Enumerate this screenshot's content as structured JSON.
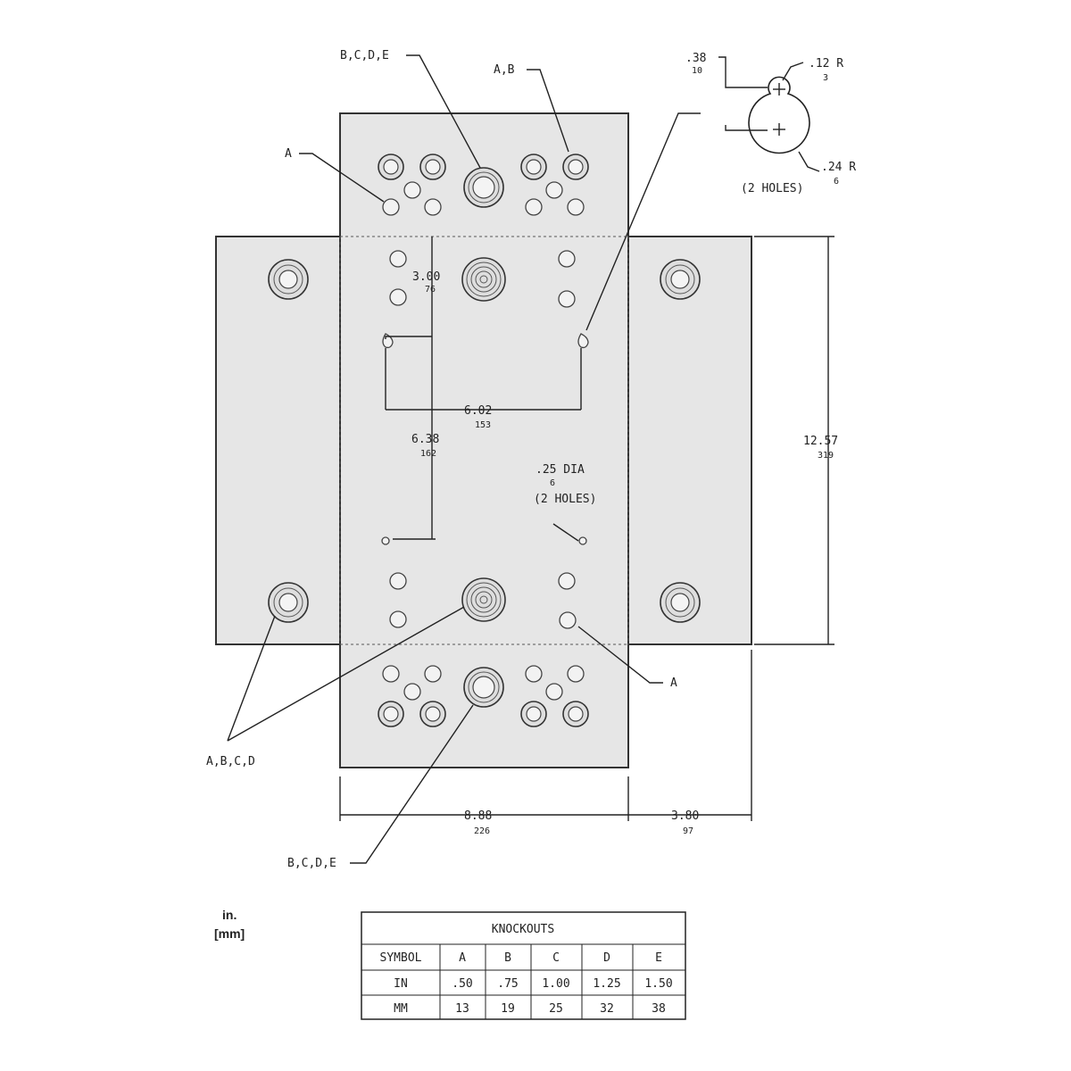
{
  "callouts": {
    "top_center": "B,C,D,E",
    "top_right": "A,B",
    "top_left": "A",
    "right_lower": "A",
    "bottom_left": "A,B,C,D",
    "bottom_center": "B,C,D,E"
  },
  "keyhole": {
    "offset_in": ".38",
    "offset_mm": "10",
    "small_radius_in": ".12 R",
    "small_radius_mm": "3",
    "large_radius_in": ".24 R",
    "large_radius_mm": "6",
    "count": "(2 HOLES)"
  },
  "dimensions": {
    "d300_in": "3.00",
    "d300_mm": "76",
    "d602_in": "6.02",
    "d602_mm": "153",
    "d638_in": "6.38",
    "d638_mm": "162",
    "hole_dia_in": ".25 DIA",
    "hole_dia_mm": "6",
    "hole_count": "(2 HOLES)",
    "height_in": "12.57",
    "height_mm": "319",
    "width_in": "8.88",
    "width_mm": "226",
    "flange_in": "3.80",
    "flange_mm": "97"
  },
  "units": {
    "inch": "in.",
    "mm": "[mm]"
  },
  "knockouts_table": {
    "title": "KNOCKOUTS",
    "headers": [
      "SYMBOL",
      "A",
      "B",
      "C",
      "D",
      "E"
    ],
    "rows": [
      [
        "IN",
        ".50",
        ".75",
        "1.00",
        "1.25",
        "1.50"
      ],
      [
        "MM",
        "13",
        "19",
        "25",
        "32",
        "38"
      ]
    ]
  }
}
